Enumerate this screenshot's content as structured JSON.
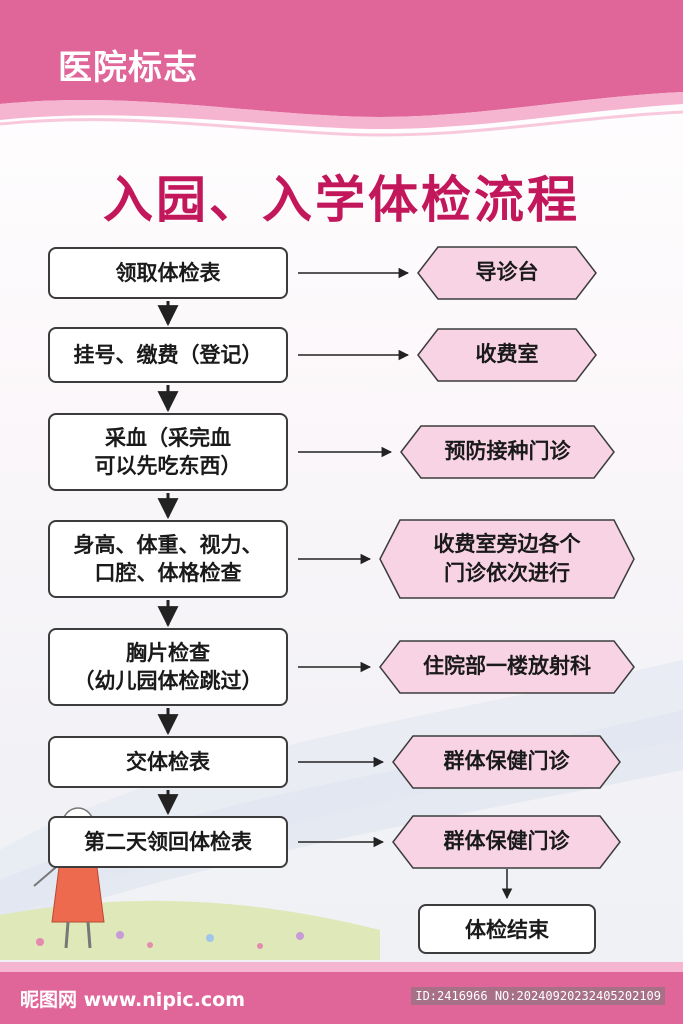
{
  "header": {
    "title": "医院标志"
  },
  "main_title": "入园、入学体检流程",
  "steps": [
    {
      "label": "领取体检表",
      "destination": "导诊台"
    },
    {
      "label": "挂号、缴费（登记）",
      "destination": "收费室"
    },
    {
      "label": "采血（采完血\n可以先吃东西）",
      "destination": "预防接种门诊"
    },
    {
      "label": "身高、体重、视力、\n口腔、体格检查",
      "destination": "收费室旁边各个\n门诊依次进行"
    },
    {
      "label": "胸片检查\n（幼儿园体检跳过）",
      "destination": "住院部一楼放射科"
    },
    {
      "label": "交体检表",
      "destination": "群体保健门诊"
    },
    {
      "label": "第二天领回体检表",
      "destination": "群体保健门诊"
    }
  ],
  "end_label": "体检结束",
  "watermark": {
    "left": "昵图网 www.nipic.com",
    "right": "ID:2416966 NO:20240920232405202109"
  },
  "colors": {
    "header_pink": "#e0669a",
    "title_red": "#c2185b",
    "dest_fill": "#f8d3e4",
    "dest_stroke": "#3c3c3c"
  }
}
